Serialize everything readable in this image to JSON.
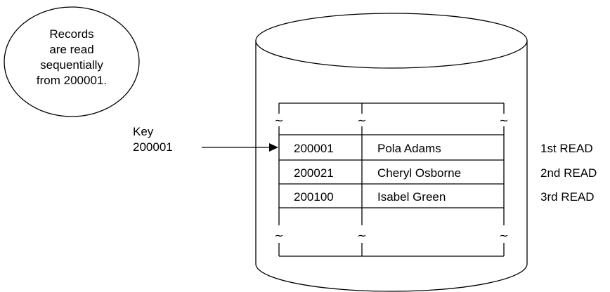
{
  "callout": {
    "line1": "Records",
    "line2": "are read",
    "line3": "sequentially",
    "line4": "from 200001."
  },
  "key_label": {
    "line1": "Key",
    "line2": "200001"
  },
  "table": {
    "rows": [
      {
        "key": "200001",
        "name": "Pola Adams",
        "read": "1st READ"
      },
      {
        "key": "200021",
        "name": "Cheryl Osborne",
        "read": "2nd READ"
      },
      {
        "key": "200100",
        "name": "Isabel Green",
        "read": "3rd READ"
      }
    ]
  },
  "break_symbol": "~"
}
